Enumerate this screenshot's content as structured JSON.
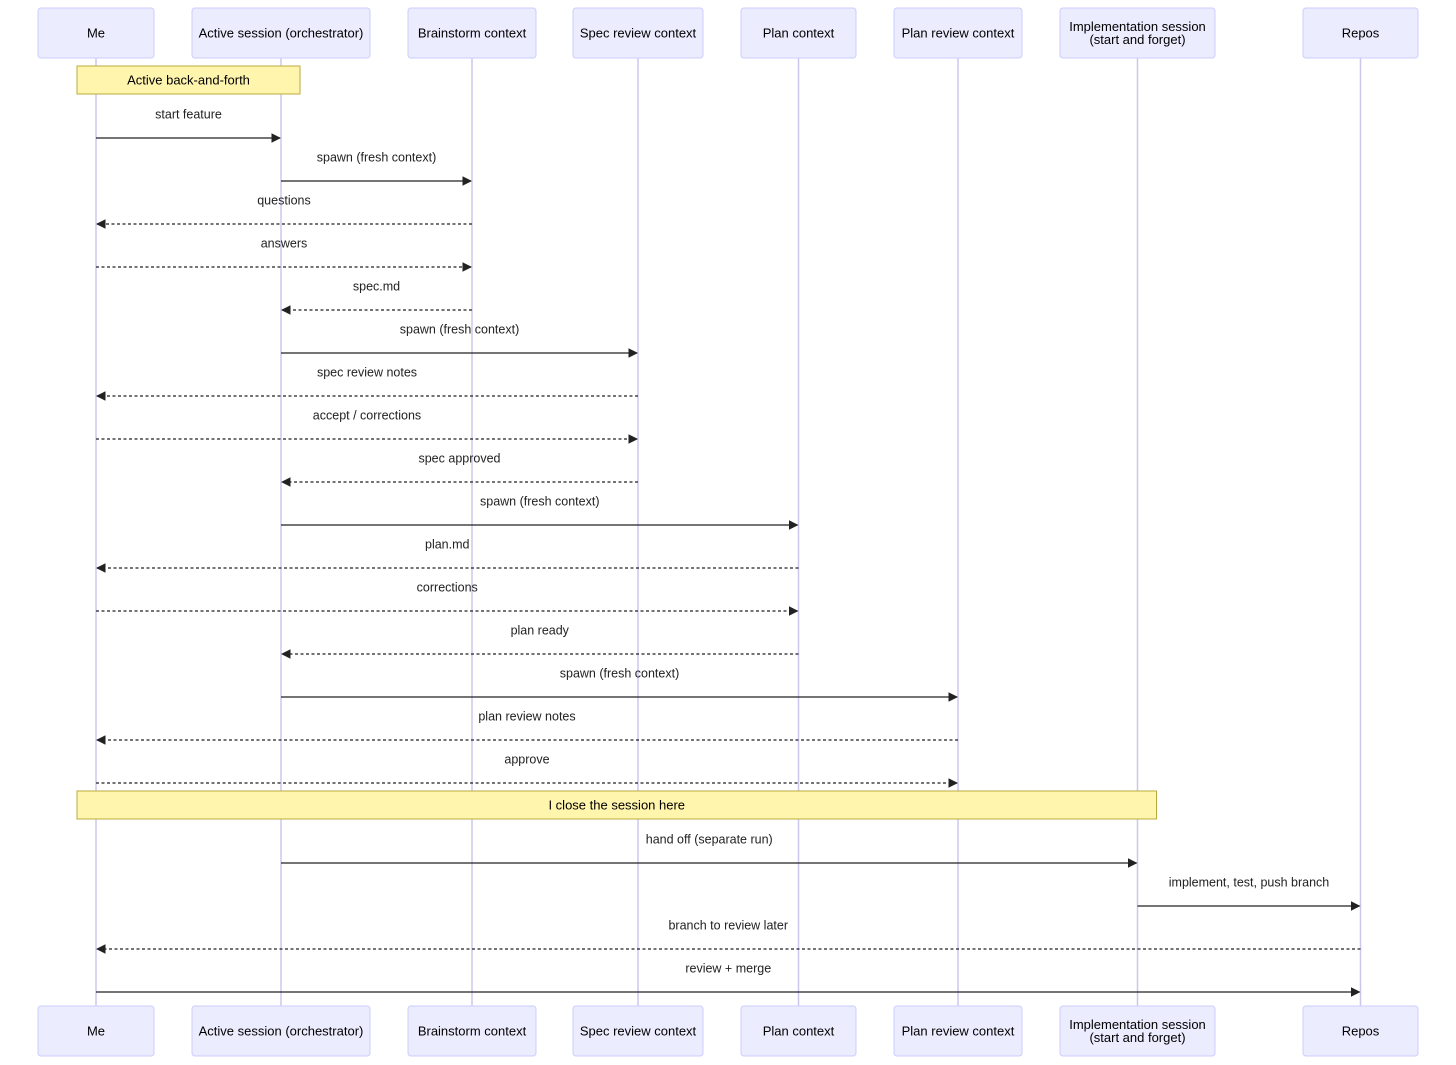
{
  "participants": [
    {
      "id": "me",
      "lines": [
        "Me"
      ]
    },
    {
      "id": "orchestrator",
      "lines": [
        "Active session (orchestrator)"
      ]
    },
    {
      "id": "brainstorm",
      "lines": [
        "Brainstorm context"
      ]
    },
    {
      "id": "spec-review",
      "lines": [
        "Spec review context"
      ]
    },
    {
      "id": "plan",
      "lines": [
        "Plan context"
      ]
    },
    {
      "id": "plan-review",
      "lines": [
        "Plan review context"
      ]
    },
    {
      "id": "implementation",
      "lines": [
        "Implementation session",
        "(start and forget)"
      ]
    },
    {
      "id": "repos",
      "lines": [
        "Repos"
      ]
    }
  ],
  "sequence": [
    {
      "kind": "note",
      "from": "me",
      "to": "orchestrator",
      "text": "Active back-and-forth"
    },
    {
      "kind": "message",
      "from": "me",
      "to": "orchestrator",
      "style": "solid",
      "text": "start feature"
    },
    {
      "kind": "message",
      "from": "orchestrator",
      "to": "brainstorm",
      "style": "solid",
      "text": "spawn (fresh context)"
    },
    {
      "kind": "message",
      "from": "brainstorm",
      "to": "me",
      "style": "dashed",
      "text": "questions"
    },
    {
      "kind": "message",
      "from": "me",
      "to": "brainstorm",
      "style": "dashed",
      "text": "answers"
    },
    {
      "kind": "message",
      "from": "brainstorm",
      "to": "orchestrator",
      "style": "dashed",
      "text": "spec.md"
    },
    {
      "kind": "message",
      "from": "orchestrator",
      "to": "spec-review",
      "style": "solid",
      "text": "spawn (fresh context)"
    },
    {
      "kind": "message",
      "from": "spec-review",
      "to": "me",
      "style": "dashed",
      "text": "spec review notes"
    },
    {
      "kind": "message",
      "from": "me",
      "to": "spec-review",
      "style": "dashed",
      "text": "accept / corrections"
    },
    {
      "kind": "message",
      "from": "spec-review",
      "to": "orchestrator",
      "style": "dashed",
      "text": "spec approved"
    },
    {
      "kind": "message",
      "from": "orchestrator",
      "to": "plan",
      "style": "solid",
      "text": "spawn (fresh context)"
    },
    {
      "kind": "message",
      "from": "plan",
      "to": "me",
      "style": "dashed",
      "text": "plan.md"
    },
    {
      "kind": "message",
      "from": "me",
      "to": "plan",
      "style": "dashed",
      "text": "corrections"
    },
    {
      "kind": "message",
      "from": "plan",
      "to": "orchestrator",
      "style": "dashed",
      "text": "plan ready"
    },
    {
      "kind": "message",
      "from": "orchestrator",
      "to": "plan-review",
      "style": "solid",
      "text": "spawn (fresh context)"
    },
    {
      "kind": "message",
      "from": "plan-review",
      "to": "me",
      "style": "dashed",
      "text": "plan review notes"
    },
    {
      "kind": "message",
      "from": "me",
      "to": "plan-review",
      "style": "dashed",
      "text": "approve"
    },
    {
      "kind": "note",
      "from": "me",
      "to": "implementation",
      "text": "I close the session here"
    },
    {
      "kind": "message",
      "from": "orchestrator",
      "to": "implementation",
      "style": "solid",
      "text": "hand off (separate run)"
    },
    {
      "kind": "message",
      "from": "implementation",
      "to": "repos",
      "style": "solid",
      "text": "implement, test, push branch"
    },
    {
      "kind": "message",
      "from": "repos",
      "to": "me",
      "style": "dashed",
      "text": "branch to review later"
    },
    {
      "kind": "message",
      "from": "me",
      "to": "repos",
      "style": "solid",
      "text": "review + merge"
    }
  ],
  "colors": {
    "actor_fill": "#ECECFF",
    "actor_border": "#CCCCFF",
    "lifeline": "#CFC6EE",
    "note_fill": "#FFF5AD",
    "note_border": "#B8AD3C",
    "line": "#222222"
  }
}
